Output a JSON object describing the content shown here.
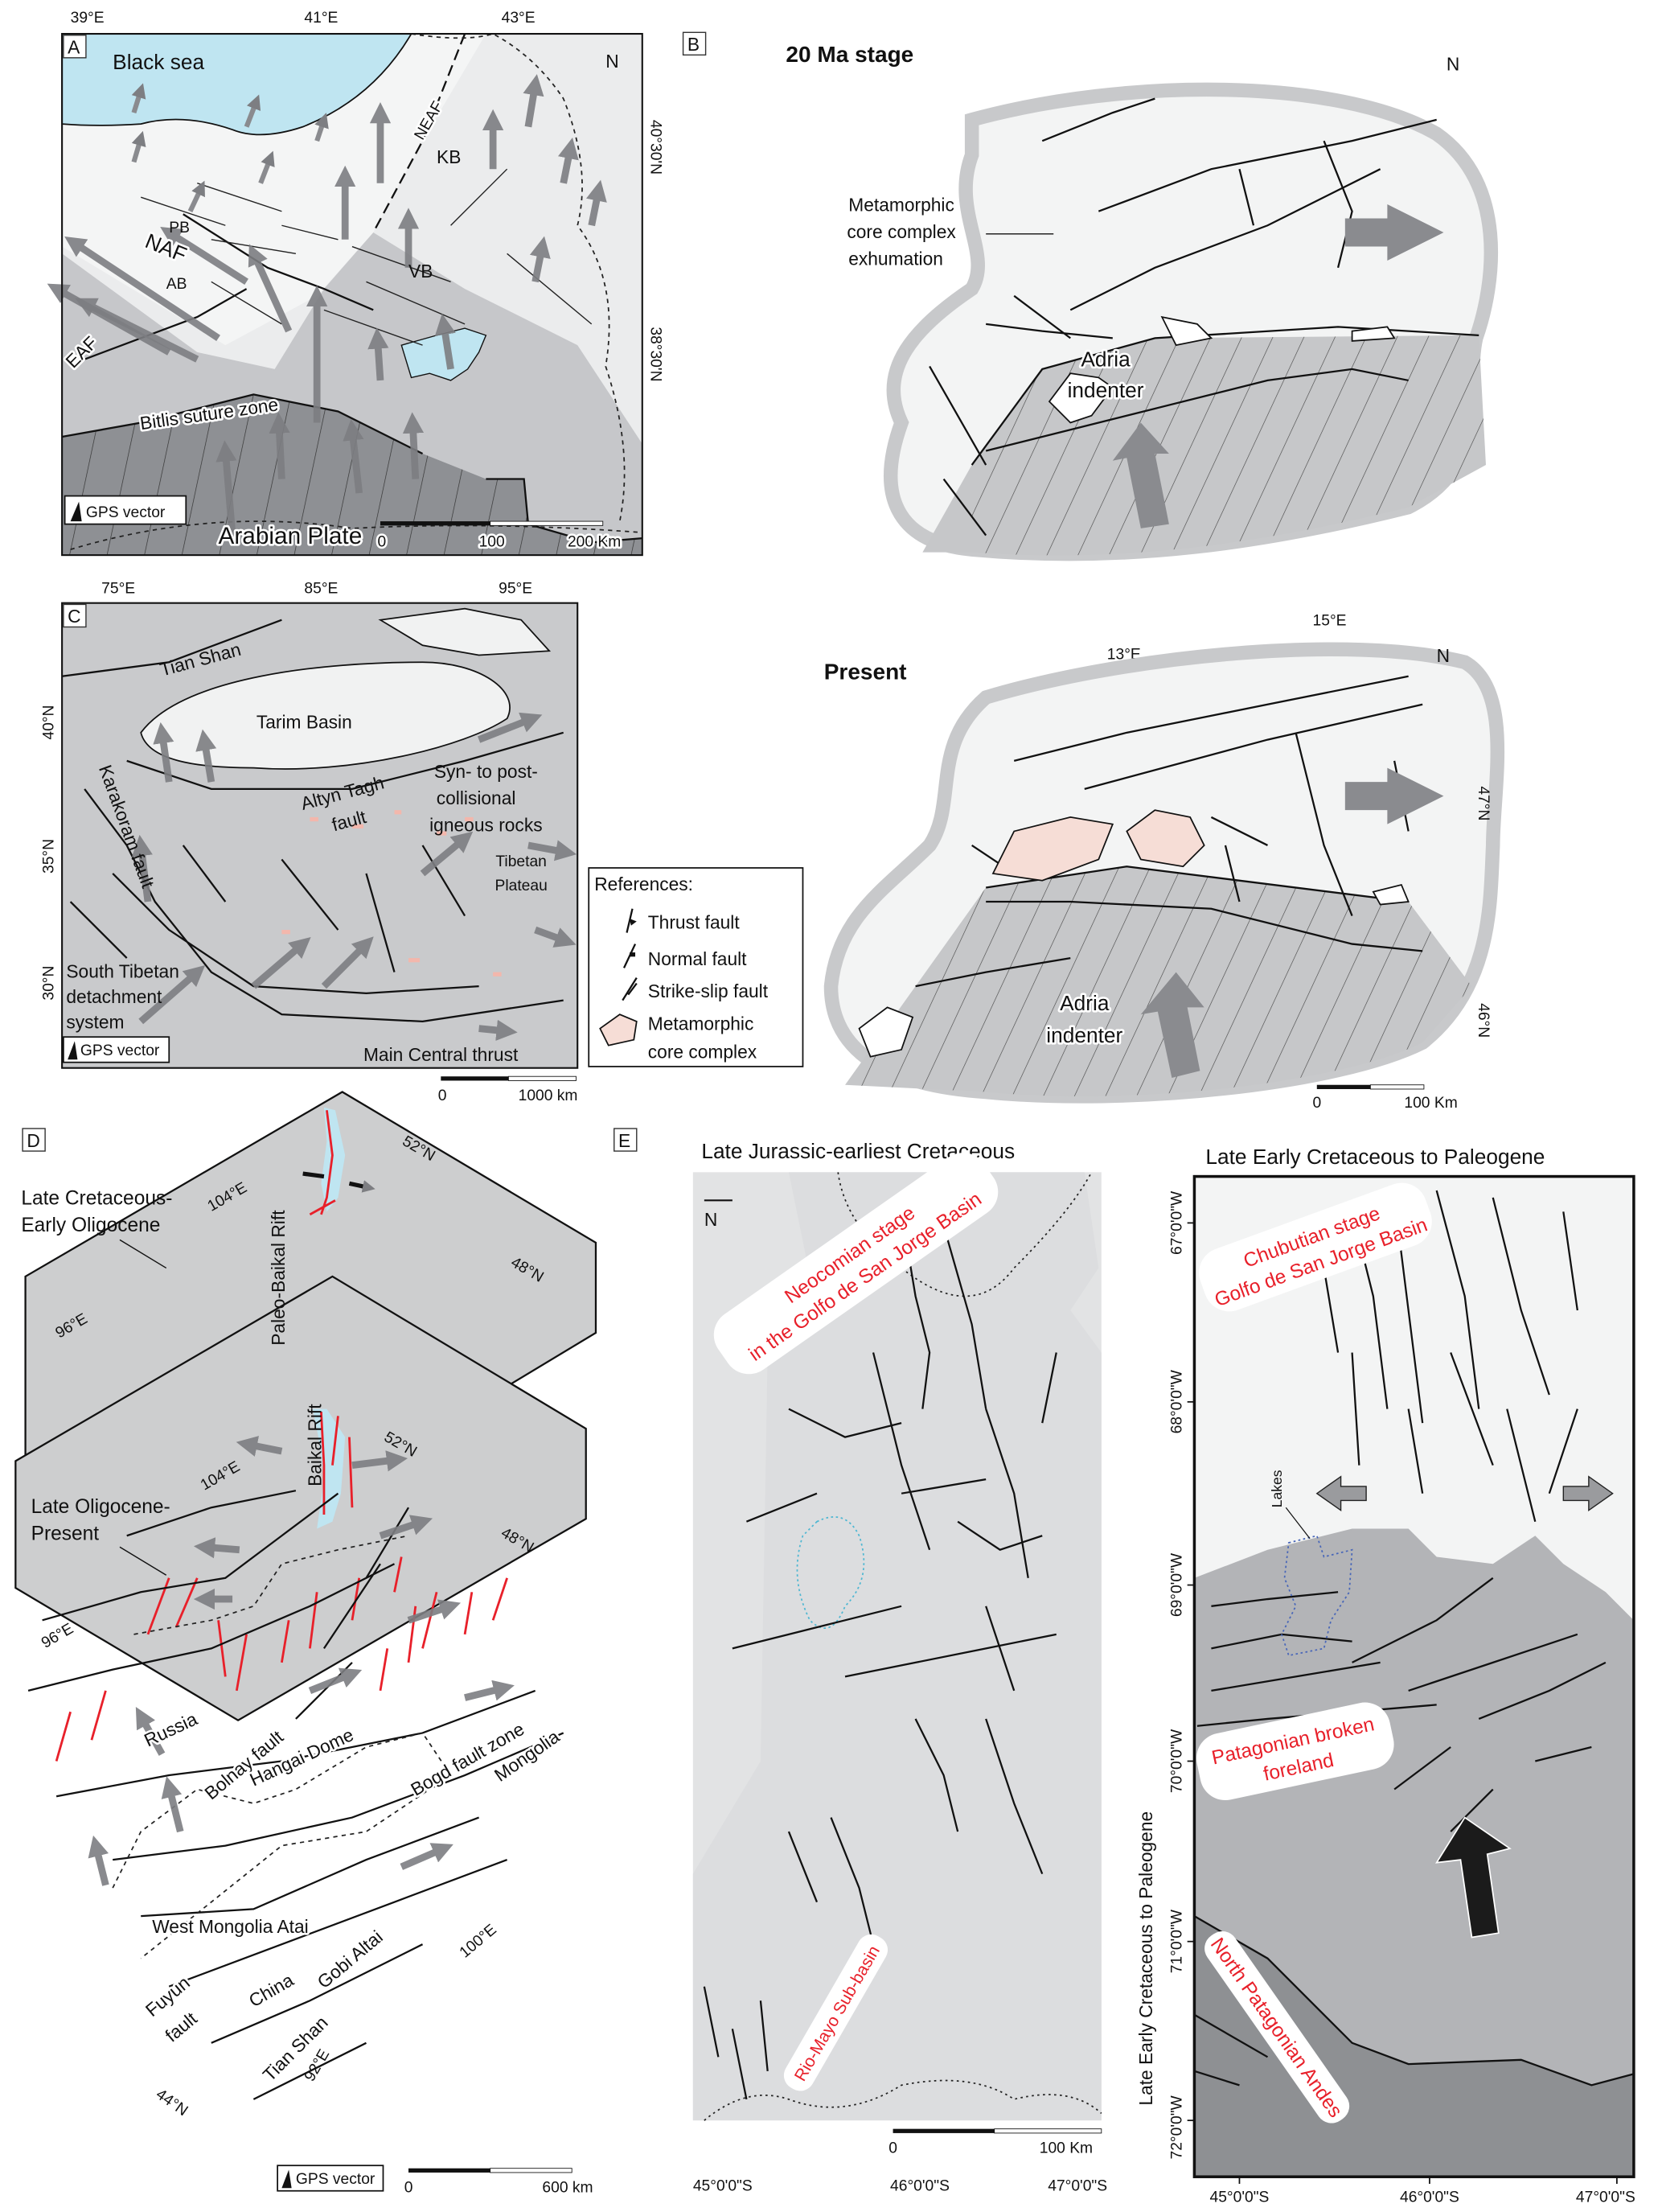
{
  "panel_a": {
    "label": "A",
    "lon_ticks": [
      "39°E",
      "41°E",
      "43°E"
    ],
    "lat_ticks": [
      "40°30'N",
      "38°30'N"
    ],
    "north": "N",
    "places": {
      "black_sea": "Black sea",
      "pb": "PB",
      "naf": "NAF",
      "ab": "AB",
      "kb": "KB",
      "vb": "VB",
      "neaf": "NEAF",
      "eaf": "EAF",
      "bitlis": "Bitlis suture zone",
      "arabian": "Arabian Plate"
    },
    "legend": "GPS vector",
    "scale": [
      "0",
      "100",
      "200 Km"
    ]
  },
  "panel_b": {
    "label": "B",
    "stage1_title": "20 Ma stage",
    "stage1_north": "N",
    "mcc_label": [
      "Metamorphic",
      "core complex",
      "exhumation"
    ],
    "adria": [
      "Adria",
      "indenter"
    ],
    "stage2_title": "Present",
    "lon_ticks": [
      "13°E",
      "15°E"
    ],
    "lat_ticks": [
      "47°N",
      "46°N"
    ],
    "stage2_north": "N",
    "adria2": [
      "Adria",
      "indenter"
    ],
    "scale": [
      "0",
      "100 Km"
    ]
  },
  "panel_c": {
    "label": "C",
    "lon_ticks": [
      "75°E",
      "85°E",
      "95°E"
    ],
    "lat_ticks": [
      "40°N",
      "35°N",
      "30°N"
    ],
    "places": {
      "tian_shan": "Tian Shan",
      "tarim": "Tarim Basin",
      "altyn": [
        "Altyn Tagh",
        "fault"
      ],
      "syn": [
        "Syn- to post-",
        "collisional",
        "igneous rocks"
      ],
      "tibetan": [
        "Tibetan",
        "Plateau"
      ],
      "karakoram": "Karakoram fault",
      "stds": [
        "South Tibetan",
        "detachment",
        "system"
      ],
      "mct": "Main Central thrust"
    },
    "legend": "GPS vector",
    "scale": [
      "0",
      "1000 km"
    ]
  },
  "references": {
    "title": "References:",
    "items": [
      "Thrust fault",
      "Normal fault",
      "Strike-slip fault",
      "Metamorphic",
      "core complex"
    ]
  },
  "panel_d": {
    "label": "D",
    "stage1": [
      "Late Cretaceous-",
      "Early Oligocene"
    ],
    "stage1_rift": "Paleo-Baikal Rift",
    "stage1_ticks": [
      "104°E",
      "52°N",
      "48°N",
      "96°E"
    ],
    "stage2": [
      "Late Oligocene-",
      "Present"
    ],
    "stage2_rift": "Baikal Rift",
    "stage2_ticks": [
      "104°E",
      "52°N",
      "48°N",
      "96°E",
      "100°E",
      "92°E",
      "44°N"
    ],
    "places": {
      "russia": "Russia",
      "bolnay": "Bolnay fault",
      "hangai": "Hangai Dome",
      "bogd": "Bogd fault zone",
      "mongolia": "Mongolia",
      "wma": "West Mongolia Atai",
      "gobi": "Gobi Altai",
      "fuyun": [
        "Fuyun",
        "fault"
      ],
      "china": "China",
      "tian_shan": "Tian Shan"
    },
    "legend": "GPS vector",
    "scale": [
      "0",
      "600 km"
    ]
  },
  "panel_e": {
    "label": "E",
    "left": {
      "title": "Late Jurassic-earliest Cretaceous",
      "north": "N",
      "stage": [
        "Neocomian stage",
        "in the Golfo de San Jorge Basin"
      ],
      "subbasin": "Rio-Mayo Sub-basin",
      "scale": [
        "0",
        "100 Km"
      ],
      "x_ticks": [
        "45°0'0\"S",
        "46°0'0\"S",
        "47°0'0\"S"
      ]
    },
    "right": {
      "title": "Late Early Cretaceous to Paleogene",
      "stage": [
        "Chubutian stage",
        "Golfo de San Jorge Basin"
      ],
      "lakes": "Lakes",
      "foreland": [
        "Patagonian broken",
        "foreland"
      ],
      "andes": "North Patagonian Andes",
      "side_label": "Late Early Cretaceous to Paleogene",
      "y_ticks": [
        "67°0'0\"W",
        "68°0'0\"W",
        "69°0'0\"W",
        "70°0'0\"W",
        "71°0'0\"W",
        "72°0'0\"W"
      ],
      "x_ticks": [
        "45°0'0\"S",
        "46°0'0\"S",
        "47°0'0\"S"
      ]
    }
  },
  "colors": {
    "water": "#bfe5f1",
    "red_label": "#e8202a",
    "gps_arrow": "#7d7e82",
    "mcc_fill": "#f6ddd6"
  }
}
